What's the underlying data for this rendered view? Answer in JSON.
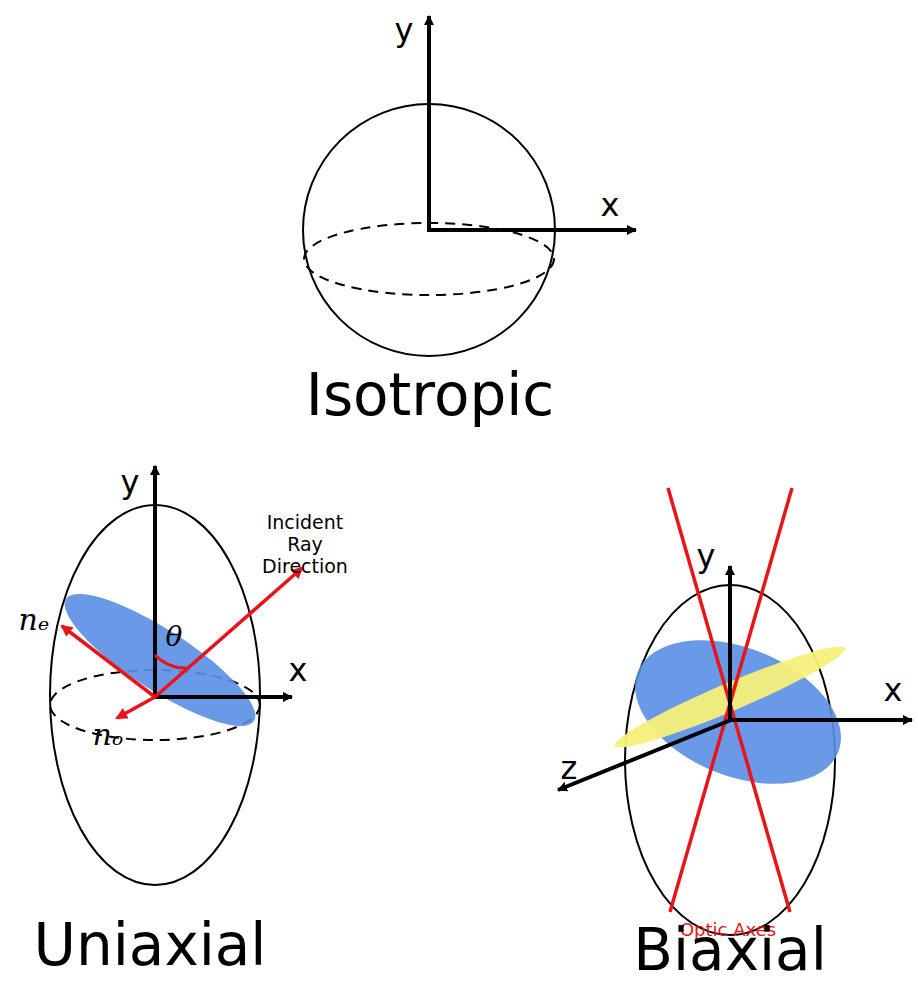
{
  "diagram": {
    "labels": [
      "y",
      "x",
      "Isotropic",
      "y",
      "Incident Ray Direction",
      "nₑ",
      "θ",
      "x",
      "nₒ",
      "Uniaxial",
      "y",
      "x",
      "z",
      "Optic Axes",
      "Biaxial"
    ]
  }
}
